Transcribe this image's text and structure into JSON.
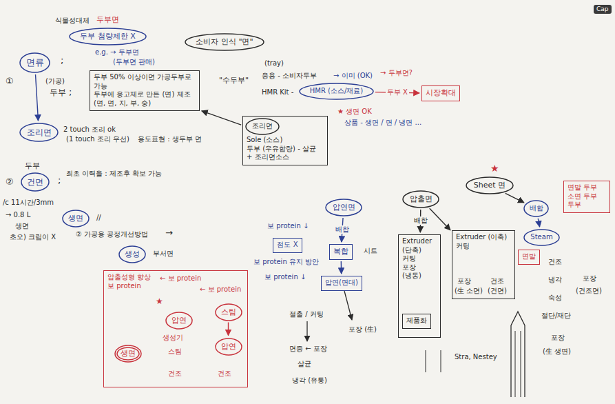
{
  "diagram": {
    "nodes": [
      {
        "text": [
          "면류"
        ]
      },
      {
        "text": [
          "두부 첨량제한 X"
        ]
      },
      {
        "text": [
          "두부 50% 이상이면 가공두부로 가능",
          "두부에 응고제로 만든 (면) 제조 (면, 면, 지, 부, 숭)"
        ]
      },
      {
        "text": [
          "조리면"
        ]
      },
      {
        "text": [
          "건면"
        ]
      },
      {
        "text": [
          "생면"
        ]
      },
      {
        "text": [
          "생성"
        ]
      },
      {
        "text": [
          "소비자 인식 \"면\""
        ]
      },
      {
        "text": [
          "HMR (소스/재료)"
        ]
      },
      {
        "text": [
          "시장확대"
        ]
      },
      {
        "text": [
          "Sole (소스)",
          "두부 (우유함량) - 살균",
          "+ 조리면소스"
        ]
      },
      {
        "text": [
          "조리면"
        ],
        "in": 10
      },
      {
        "text": [
          "압연면"
        ]
      },
      {
        "text": [
          "복합"
        ]
      },
      {
        "text": [
          "압연(면대)"
        ]
      },
      {
        "text": [
          "점도 X"
        ]
      },
      {
        "text": [
          "압출면"
        ]
      },
      {
        "text": [
          "Extruder (단축)",
          "커팅",
          "포장",
          "(냉동)"
        ]
      },
      {
        "text": [
          "제품화"
        ],
        "in": 17
      },
      {
        "text": [
          "Extruder (이축)",
          "커팅"
        ]
      },
      {
        "text": [
          "Sheet 면"
        ]
      },
      {
        "text": [
          "배합"
        ]
      },
      {
        "text": [
          "Steam"
        ]
      },
      {
        "text": [
          "면발"
        ]
      },
      {
        "text": [
          "면발 두부",
          "소면 두부",
          "두부"
        ]
      },
      {
        "text": [
          "압출성형 향상 보 protein"
        ]
      },
      {
        "text": [
          "압연"
        ],
        "in": 25
      },
      {
        "text": [
          "스팀"
        ],
        "in": 25
      },
      {
        "text": [
          "압연"
        ],
        "in": 25
      },
      {
        "text": [
          "생면"
        ],
        "in": 25
      }
    ],
    "edges": [
      {
        "from": 0,
        "to": 3,
        "arrow": "to"
      },
      {
        "from": 10,
        "to": 2,
        "arrow": "to"
      },
      {
        "from": 8,
        "to": 9,
        "label": "두부 X",
        "arrow": "to"
      },
      {
        "from": 12,
        "to": 13,
        "label": "배합",
        "arrow": "to"
      },
      {
        "from": 13,
        "to": 14,
        "arrow": "to"
      },
      {
        "from": 16,
        "to": 17,
        "label": "배합",
        "arrow": "to"
      },
      {
        "from": 16,
        "to": 19,
        "arrow": "to"
      },
      {
        "from": 20,
        "to": 21,
        "arrow": "to"
      },
      {
        "from": 21,
        "to": 22,
        "arrow": "to"
      },
      {
        "from": 27,
        "to": 28,
        "arrow": "to"
      }
    ],
    "labels": [
      "식물성대체",
      "두부면",
      "①",
      "(가공)",
      "두부",
      ";",
      "e.g. → 두부면",
      "(두부면 판매)",
      ";",
      "용도표현 : 생두부 면",
      "2 touch 조리 ok",
      "(1 touch 조리 우선)",
      "두부",
      "②",
      ";",
      "최초 이력을 : 제조후 확보 가능",
      "/c 11시간/3mm",
      "→ 0.8 L",
      "생면",
      "초오) 크림이 X",
      "//",
      "② 가공용 공정개선방법",
      "→",
      "부서면",
      "(tray)",
      "\"수두부\"",
      "응용 - 소비자두부",
      "→ 이미 (OK)",
      "→ 두부면?",
      "HMR Kit -",
      "★ 생면 OK",
      "상품 - 생면 / 면 / 냉면 ...",
      "보 protein ↓",
      "보 protein 유지 방안",
      "보 protein ↓",
      "시트",
      "절출 / 커팅",
      "포장 (生)",
      "면증 ← 포장",
      "살균",
      "냉각 (유통)",
      "포장",
      "(生 소면)",
      "건조",
      "(건면)",
      "Stra, Nestey",
      "★",
      "건조",
      "냉각",
      "숙성",
      "절단/재단",
      "포장",
      "(生 생면)",
      "포장",
      "(건조면)",
      "← 보 protein",
      "← 보 protein",
      "★",
      "생성기",
      "스팀",
      "건조",
      "건조",
      "Cap"
    ]
  }
}
